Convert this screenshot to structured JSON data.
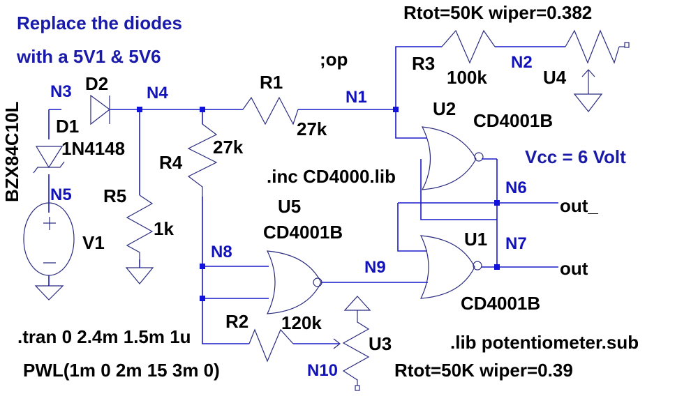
{
  "notes": {
    "replace_line1": "Replace the diodes",
    "replace_line2": "with a 5V1 & 5V6",
    "vcc": "Vcc = 6 Volt"
  },
  "directives": {
    "op": ";op",
    "inc": ".inc CD4000.lib",
    "tran": ".tran 0 2.4m 1.5m 1u",
    "lib": ".lib potentiometer.sub"
  },
  "components": {
    "D1": {
      "ref": "D1",
      "value": "BZX84C10L"
    },
    "D2": {
      "ref": "D2",
      "value": "1N4148"
    },
    "R1": {
      "ref": "R1",
      "value": "27k"
    },
    "R2": {
      "ref": "R2",
      "value": "120k"
    },
    "R3": {
      "ref": "R3",
      "value": "100k"
    },
    "R4": {
      "ref": "R4",
      "value": "27k"
    },
    "R5": {
      "ref": "R5",
      "value": "1k"
    },
    "V1": {
      "ref": "V1",
      "value": "PWL(1m 0 2m 15 3m 0)"
    },
    "U1": {
      "ref": "U1",
      "value": "CD4001B"
    },
    "U2": {
      "ref": "U2",
      "value": "CD4001B"
    },
    "U5": {
      "ref": "U5",
      "value": "CD4001B"
    },
    "U3": {
      "ref": "U3",
      "value": "Rtot=50K wiper=0.39"
    },
    "U4": {
      "ref": "U4",
      "value": "Rtot=50K wiper=0.382"
    }
  },
  "nets": [
    "N1",
    "N2",
    "N3",
    "N4",
    "N5",
    "N6",
    "N7",
    "N8",
    "N9",
    "N10"
  ],
  "ports": {
    "out": "out",
    "out_bar": "out_"
  }
}
